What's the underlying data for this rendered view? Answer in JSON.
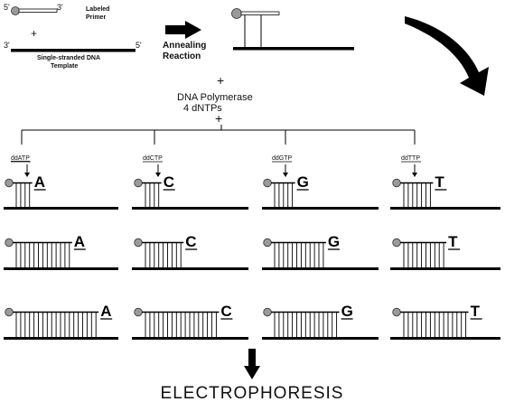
{
  "top": {
    "five_prime": "5'",
    "three_prime": "3'",
    "primer_label_1": "Labeled",
    "primer_label_2": "Primer",
    "plus": "+",
    "template_three": "3'",
    "template_five": "5'",
    "template_label_1": "Single-stranded DNA",
    "template_label_2": "Template",
    "annealing_1": "Annealing",
    "annealing_2": "Reaction"
  },
  "mix": {
    "plus_top": "+",
    "line1": "DNA Polymerase",
    "line2": "4 dNTPs",
    "plus_bottom": "+"
  },
  "lanes": [
    {
      "ddntp": "ddATP",
      "base": "A"
    },
    {
      "ddntp": "ddCTP",
      "base": "C"
    },
    {
      "ddntp": "ddGTP",
      "base": "G"
    },
    {
      "ddntp": "ddTTP",
      "base": "T"
    }
  ],
  "rows": [
    {
      "bases": [
        "A",
        "C",
        "G",
        "T"
      ],
      "rungs": [
        4,
        4,
        5,
        7
      ]
    },
    {
      "bases": [
        "A",
        "C",
        "G",
        "T"
      ],
      "rungs": [
        13,
        9,
        12,
        10
      ]
    },
    {
      "bases": [
        "A",
        "C",
        "G",
        "T"
      ],
      "rungs": [
        19,
        17,
        15,
        15
      ]
    }
  ],
  "footer": {
    "title": "ELECTROPHORESIS"
  }
}
